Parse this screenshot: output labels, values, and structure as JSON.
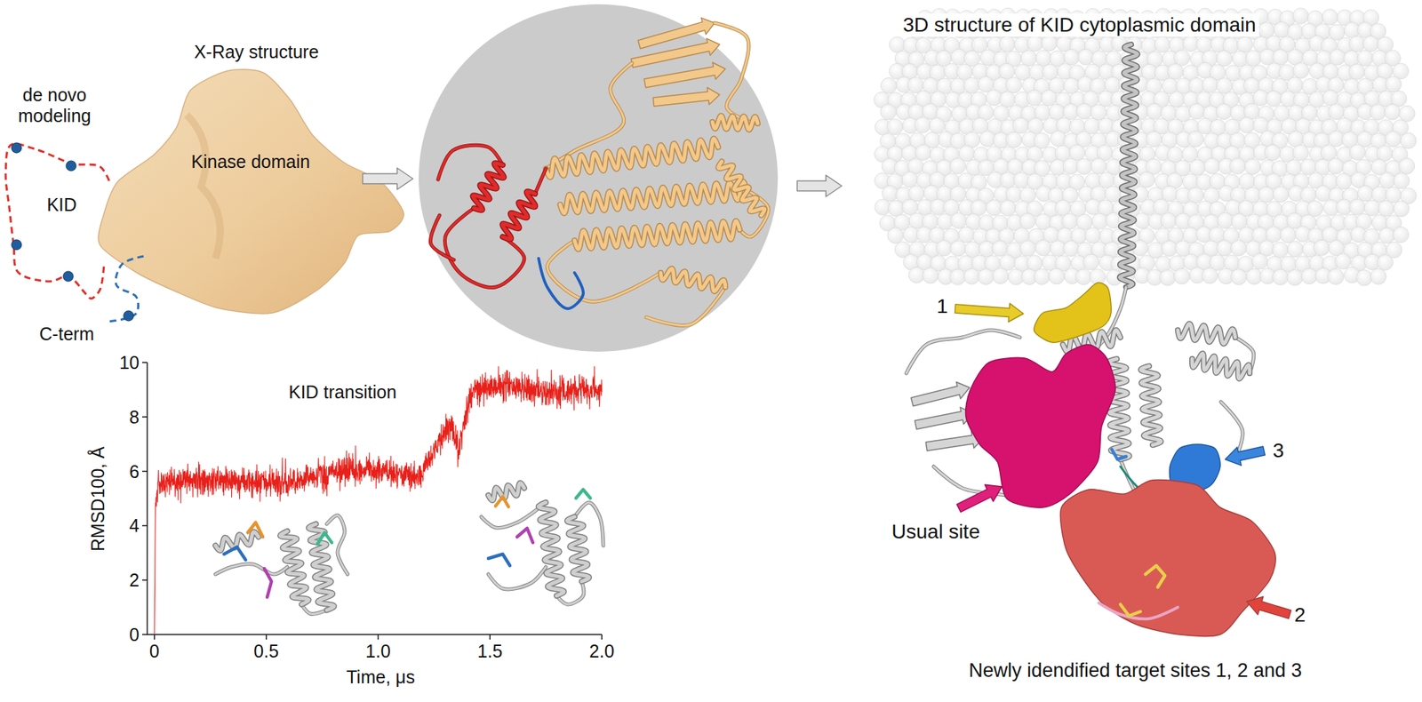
{
  "diagram": {
    "nodes": [
      {
        "text": [
          "X-Ray structure",
          "Kinase domain"
        ]
      }
    ],
    "labels": [
      "de novo modeling",
      "KID",
      "C-term",
      "KID transition",
      "RMSD100, Å",
      "Time, μs",
      "0",
      "2",
      "4",
      "6",
      "8",
      "10",
      "0",
      "0.5",
      "1.0",
      "1.5",
      "2.0",
      "3D structure of KID cytoplasmic domain",
      "1",
      "Usual site",
      "3",
      "2",
      "Newly idendified target sites 1, 2 and 3"
    ]
  }
}
